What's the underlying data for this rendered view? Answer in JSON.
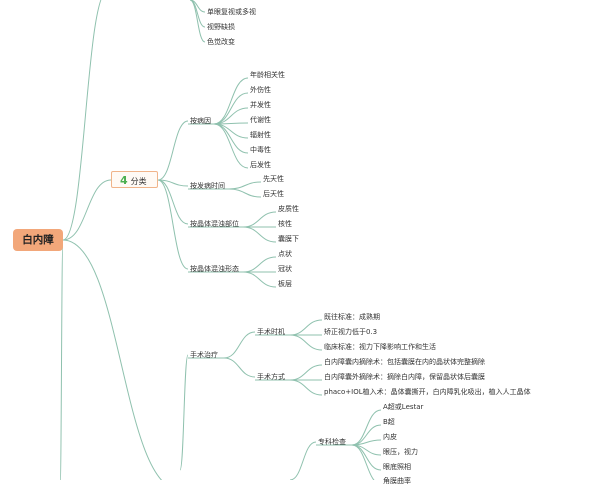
{
  "root": {
    "label": "白内障"
  },
  "top_items": [
    "单眼复视或多视",
    "视野缺损",
    "色觉改变"
  ],
  "category": {
    "number": "4",
    "label": "分类"
  },
  "classification": [
    {
      "label": "按病因",
      "children": [
        "年龄相关性",
        "外伤性",
        "并发性",
        "代谢性",
        "辐射性",
        "中毒性",
        "后发性"
      ]
    },
    {
      "label": "按发病时间",
      "children": [
        "先天性",
        "后天性"
      ]
    },
    {
      "label": "按晶体混浊部位",
      "children": [
        "皮质性",
        "核性",
        "囊膜下"
      ]
    },
    {
      "label": "按晶体混浊形态",
      "children": [
        "点状",
        "冠状",
        "板层"
      ]
    }
  ],
  "treatment": {
    "label": "手术治疗",
    "timing": {
      "label": "手术时机",
      "children": [
        "既往标准：成熟期",
        "矫正视力低于0.3",
        "临床标准：视力下降影响工作和生活"
      ]
    },
    "method": {
      "label": "手术方式",
      "children": [
        "白内障囊内摘除术：包括囊膜在内的晶状体完整摘除",
        "白内障囊外摘除术：摘除白内障，保留晶状体后囊膜",
        "phaco+IOL植入术：晶体囊撕开，白内障乳化吸出，植入人工晶体"
      ]
    }
  },
  "exam": {
    "label": "专科检查",
    "children": [
      "A超或Lestar",
      "B超",
      "内皮",
      "眼压，视力",
      "眼底照相",
      "角膜曲率"
    ]
  },
  "colors": {
    "line": "#8fc1ae",
    "root_fill": "#f2a77a",
    "category_border": "#f0b48a",
    "category_number": "#4caf50"
  }
}
